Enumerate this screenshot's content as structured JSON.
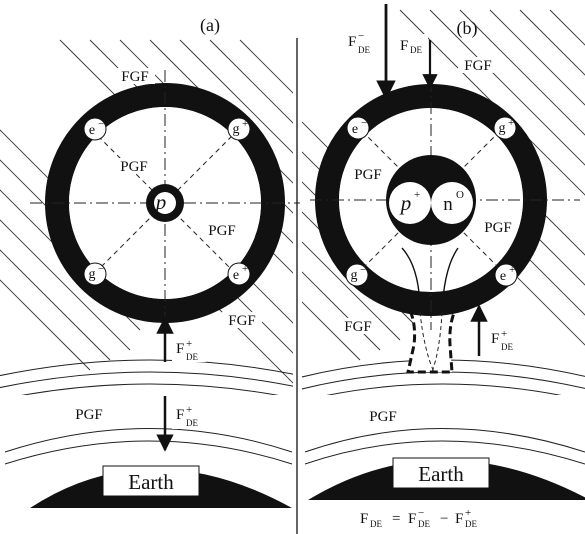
{
  "panels": {
    "a": {
      "label": "(a)"
    },
    "b": {
      "label": "(b)"
    }
  },
  "labels": {
    "fgf": "FGF",
    "pgf": "PGF",
    "earth": "Earth",
    "electron": "e",
    "gravitino": "g",
    "minus": "−",
    "plus": "+",
    "proton": "p",
    "neutron": "n",
    "neutron_charge": "O",
    "force": "F",
    "force_sub": "DE",
    "equals": "="
  },
  "equation": {
    "text": "F_DE = F_DE^- − F_DE^+"
  }
}
